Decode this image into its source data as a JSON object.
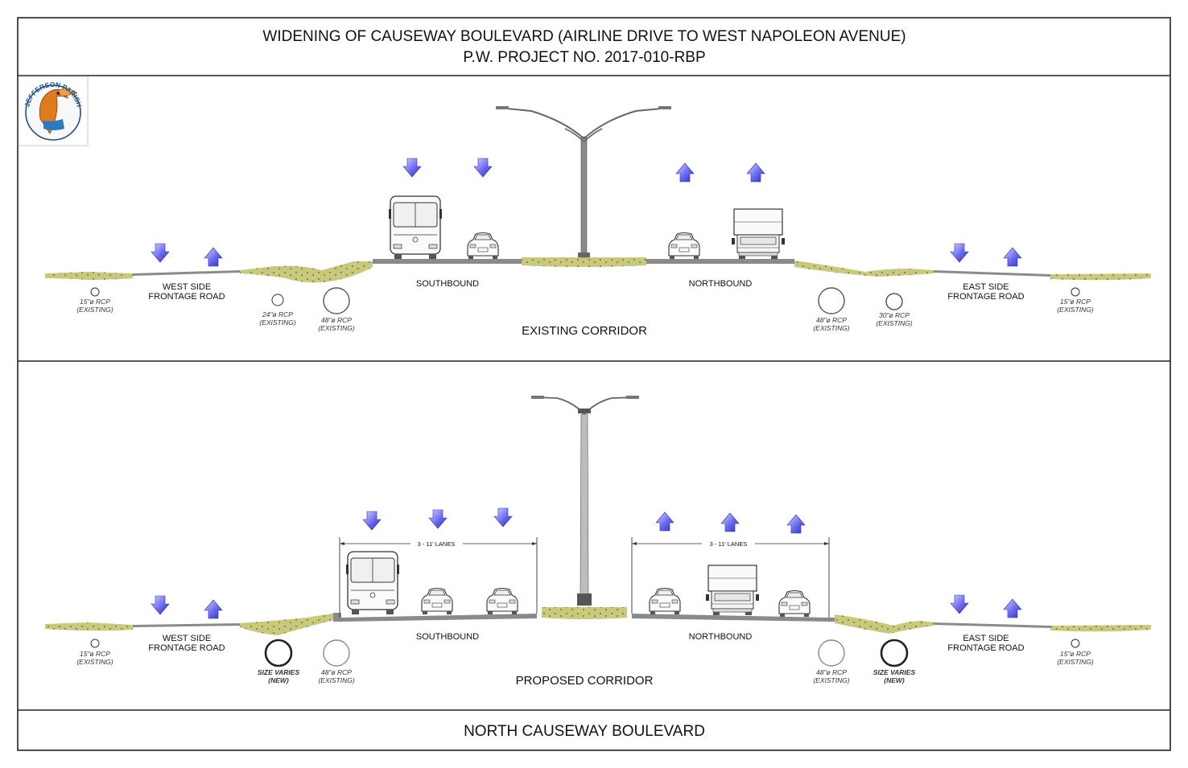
{
  "title": {
    "line1": "WIDENING OF CAUSEWAY BOULEVARD (AIRLINE DRIVE TO WEST NAPOLEON AVENUE)",
    "line2": "P.W. PROJECT NO. 2017-010-RBP"
  },
  "logo": {
    "text": "JEFFERSON PARISH",
    "icon": "pelican-logo-icon"
  },
  "colors": {
    "grass": "#c8c97a",
    "pavement": "#8a8a8a",
    "arrow": "#4a4ae8",
    "arrow_light": "#c8c8ff",
    "frame": "#222222"
  },
  "existing": {
    "corridor_label": "EXISTING CORRIDOR",
    "west_road": [
      "WEST SIDE",
      "FRONTAGE ROAD"
    ],
    "east_road": [
      "EAST SIDE",
      "FRONTAGE ROAD"
    ],
    "southbound": "SOUTHBOUND",
    "northbound": "NORTHBOUND",
    "pipes": {
      "w15": [
        "15\"ø RCP",
        "(EXISTING)"
      ],
      "w24": [
        "24\"ø RCP",
        "(EXISTING)"
      ],
      "w48": [
        "48\"ø RCP",
        "(EXISTING)"
      ],
      "e48": [
        "48\"ø RCP",
        "(EXISTING)"
      ],
      "e30": [
        "30\"ø RCP",
        "(EXISTING)"
      ],
      "e15": [
        "15\"ø RCP",
        "(EXISTING)"
      ]
    }
  },
  "proposed": {
    "corridor_label": "PROPOSED CORRIDOR",
    "west_road": [
      "WEST SIDE",
      "FRONTAGE ROAD"
    ],
    "east_road": [
      "EAST SIDE",
      "FRONTAGE ROAD"
    ],
    "southbound": "SOUTHBOUND",
    "northbound": "NORTHBOUND",
    "lanes_sb": "3 - 11' LANES",
    "lanes_nb": "3 - 11' LANES",
    "pipes": {
      "w15": [
        "15\"ø RCP",
        "(EXISTING)"
      ],
      "wnew": [
        "SIZE VARIES",
        "(NEW)"
      ],
      "w48": [
        "48\"ø RCP",
        "(EXISTING)"
      ],
      "e48": [
        "48\"ø RCP",
        "(EXISTING)"
      ],
      "enew": [
        "SIZE VARIES",
        "(NEW)"
      ],
      "e15": [
        "15\"ø RCP",
        "(EXISTING)"
      ]
    }
  },
  "footer": {
    "title": "NORTH CAUSEWAY BOULEVARD"
  }
}
